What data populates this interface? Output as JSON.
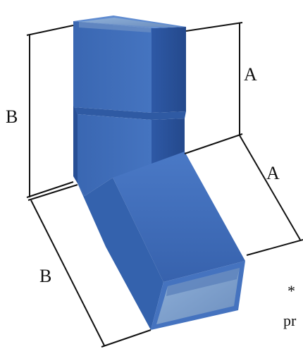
{
  "diagram": {
    "labels": {
      "a_top": "A",
      "a_right": "A",
      "b_left": "B",
      "b_bottom": "B"
    },
    "note": {
      "asterisk": "*",
      "text": "pr"
    },
    "colors": {
      "pipe_front": "#3d6bb3",
      "pipe_side": "#2c55a0",
      "pipe_top": "#5c8ad0",
      "pipe_inner": "#7a9cc9",
      "dimension_line": "#111111",
      "background": "#ffffff"
    }
  }
}
